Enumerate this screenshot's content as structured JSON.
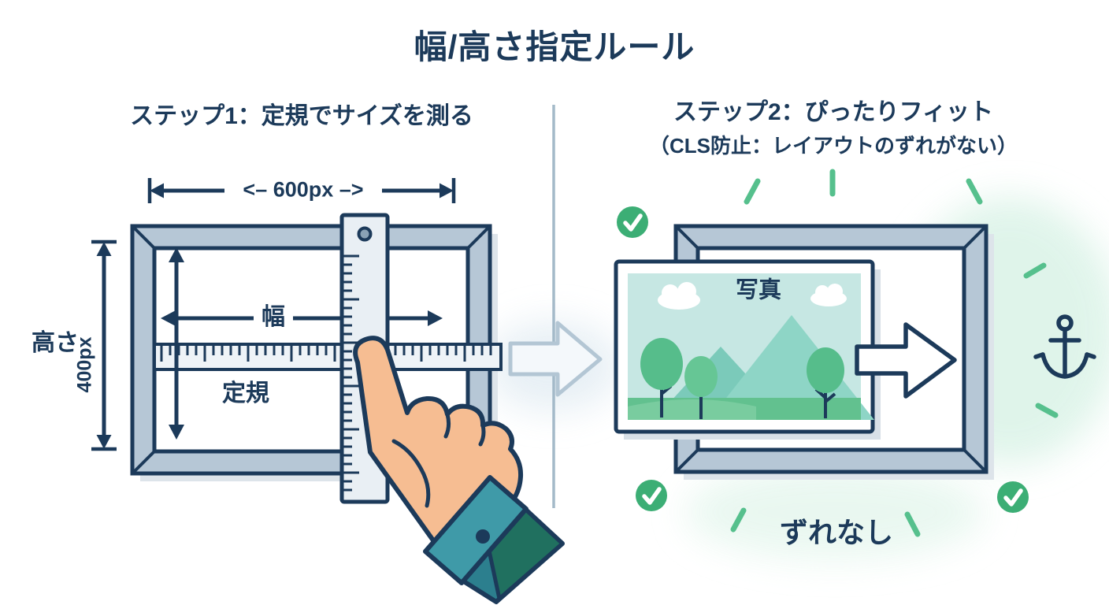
{
  "title": "幅/高さ指定ルール",
  "step1": {
    "heading": "ステップ1：定規でサイズを測る",
    "width_dimension": "<– 600px –>",
    "height_label": "高さ",
    "height_dimension": "400px",
    "width_label": "幅",
    "ruler_label": "定規"
  },
  "step2": {
    "heading": "ステップ2：ぴったりフィット",
    "subheading": "（CLS防止：レイアウトのずれがない）",
    "photo_label": "写真",
    "status_label": "ずれなし"
  },
  "icons": {
    "transition_arrow": "right-arrow-icon",
    "fit_arrow": "right-arrow-icon",
    "checkmark": "check-circle-icon",
    "anchor": "anchor-icon",
    "sparkle": "sparkle-ray-icon",
    "ruler": "ruler-icon",
    "hand": "pointing-hand-icon"
  },
  "colors": {
    "navy": "#1c3a5a",
    "frame": "#b6c7d6",
    "green": "#3cae75",
    "ray": "#56c08d",
    "skin": "#f6bd92",
    "sleeve": "#2c7f8e"
  }
}
